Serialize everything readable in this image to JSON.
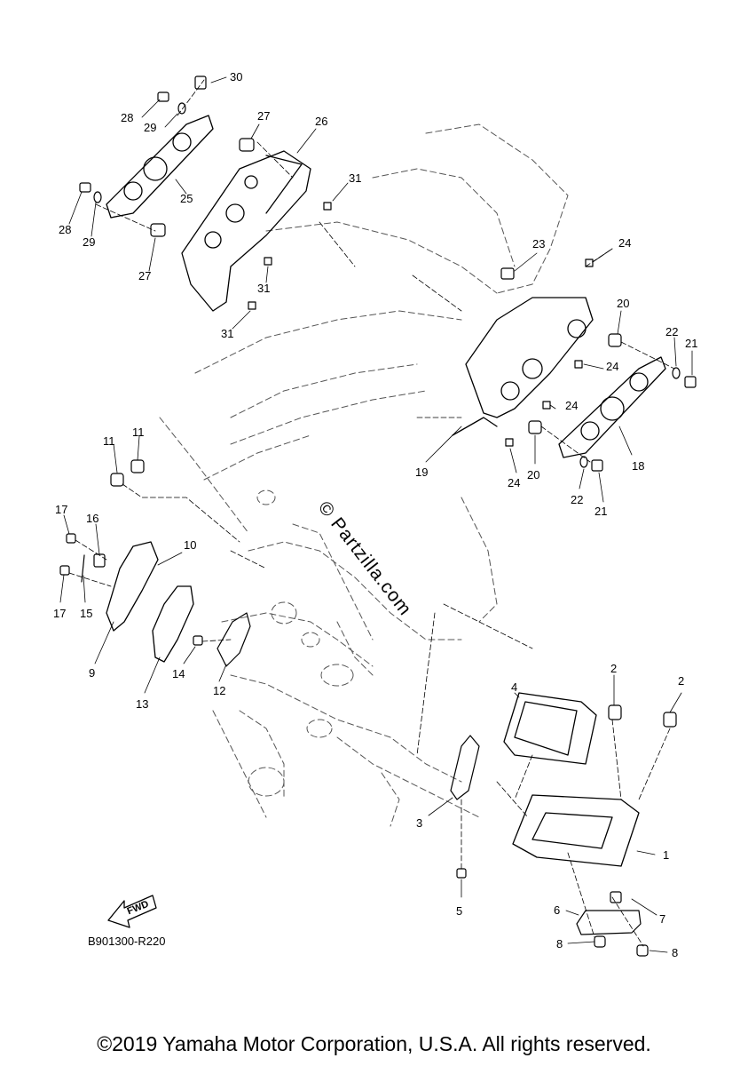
{
  "diagram": {
    "code": "B901300-R220",
    "watermark": "© Partzilla.com",
    "copyright": "©2019 Yamaha Motor Corporation, U.S.A. All rights reserved.",
    "fwd_label": "FWD",
    "callouts": [
      "30",
      "28",
      "29",
      "27",
      "26",
      "25",
      "28",
      "29",
      "31",
      "27",
      "31",
      "31",
      "23",
      "24",
      "20",
      "22",
      "21",
      "24",
      "24",
      "19",
      "24",
      "20",
      "18",
      "22",
      "21",
      "11",
      "11",
      "17",
      "16",
      "10",
      "17",
      "15",
      "9",
      "13",
      "14",
      "12",
      "4",
      "2",
      "2",
      "3",
      "1",
      "5",
      "6",
      "7",
      "8",
      "8"
    ]
  }
}
